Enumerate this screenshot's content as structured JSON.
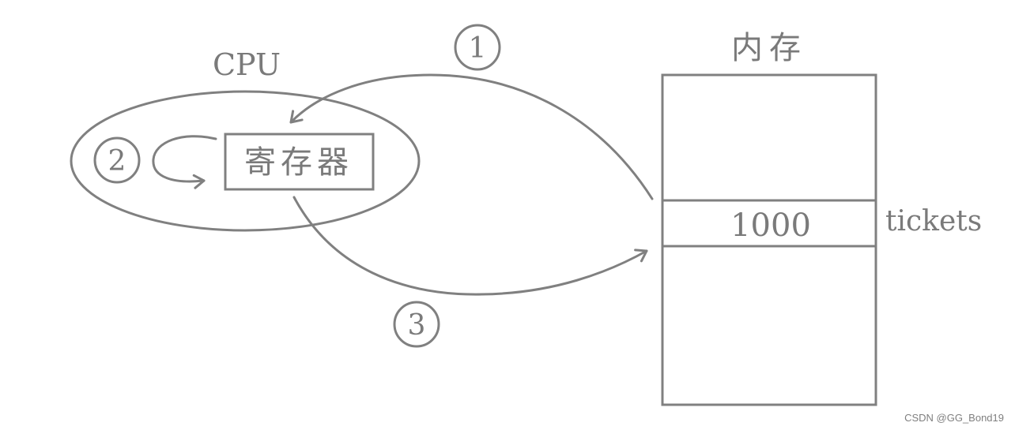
{
  "cpu": {
    "label": "CPU",
    "register_label": "寄存器"
  },
  "memory": {
    "label": "内存",
    "cell_value": "1000",
    "variable_name": "tickets"
  },
  "steps": [
    "1",
    "2",
    "3"
  ],
  "watermark": "CSDN @GG_Bond19",
  "colors": {
    "stroke": "#808080",
    "text": "#7a7a7a",
    "background": "#ffffff"
  }
}
